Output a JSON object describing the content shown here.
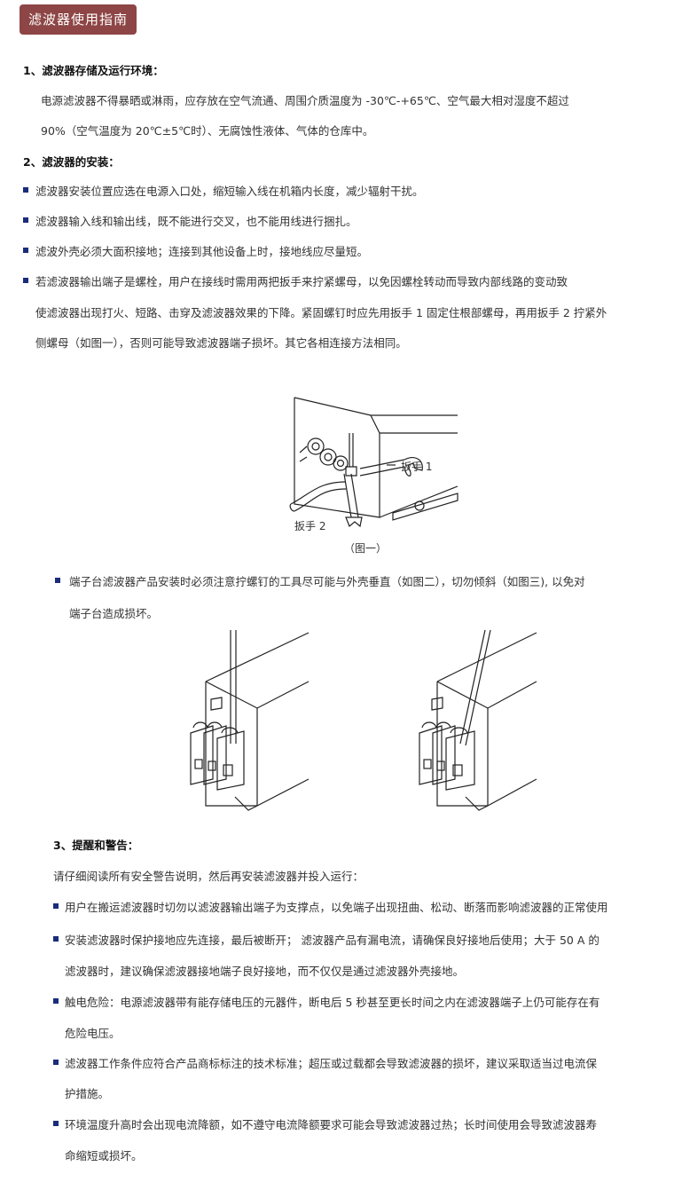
{
  "header": {
    "title": "滤波器使用指南"
  },
  "section1": {
    "heading": "1、滤波器存储及运行环境：",
    "line1": "电源滤波器不得暴晒或淋雨，应存放在空气流通、周围介质温度为 -30℃-+65℃、空气最大相对湿度不超过",
    "line2": "90%（空气温度为 20℃±5℃时）、无腐蚀性液体、气体的仓库中。"
  },
  "section2": {
    "heading": "2、滤波器的安装：",
    "bullet1": "滤波器安装位置应选在电源入口处，缩短输入线在机箱内长度，减少辐射干扰。",
    "bullet2": "滤波器输入线和输出线，既不能进行交叉，也不能用线进行捆扎。",
    "bullet3": "滤波外壳必须大面积接地；连接到其他设备上时，接地线应尽量短。",
    "bullet4_line1": "若滤波器输出端子是螺栓，用户在接线时需用两把扳手来拧紧螺母，以免因螺栓转动而导致内部线路的变动致",
    "bullet4_line2": "使滤波器出现打火、短路、击穿及滤波器效果的下降。紧固螺钉时应先用扳手 1 固定住根部螺母，再用扳手 2  拧紧外",
    "bullet4_line3": "侧螺母（如图一），否则可能导致滤波器端子损坏。其它各相连接方法相同。",
    "figure1": {
      "wrench1_label": "扳手 1",
      "wrench2_label": "扳手 2",
      "caption": "（图一）"
    },
    "bullet5_line1": "端子台滤波器产品安装时必须注意拧螺钉的工具尽可能与外壳垂直（如图二），切勿倾斜（如图三), 以免对",
    "bullet5_line2": "端子台造成损坏。"
  },
  "section3": {
    "heading": "3、提醒和警告：",
    "intro": "请仔细阅读所有安全警告说明，然后再安装滤波器并投入运行：",
    "bullet1": "用户在搬运滤波器时切勿以滤波器输出端子为支撑点，以免端子出现扭曲、松动、断落而影响滤波器的正常使用",
    "bullet2_line1": "安装滤波器时保护接地应先连接，最后被断开；  滤波器产品有漏电流，请确保良好接地后使用；大于 50 A 的",
    "bullet2_line2": "滤波器时，建议确保滤波器接地端子良好接地，而不仅仅是通过滤波器外壳接地。",
    "bullet3_line1": "触电危险：电源滤波器带有能存储电压的元器件，断电后 5 秒甚至更长时间之内在滤波器端子上仍可能存在有",
    "bullet3_line2": "危险电压。",
    "bullet4_line1": "滤波器工作条件应符合产品商标标注的技术标准；超压或过载都会导致滤波器的损坏，建议采取适当过电流保",
    "bullet4_line2": "护措施。",
    "bullet5_line1": "环境温度升高时会出现电流降额，如不遵守电流降额要求可能会导致滤波器过热；长时间使用会导致滤波器寿",
    "bullet5_line2": "命缩短或损坏。"
  },
  "colors": {
    "badge": "#8e4545",
    "bullet": "#1a2c7a"
  }
}
